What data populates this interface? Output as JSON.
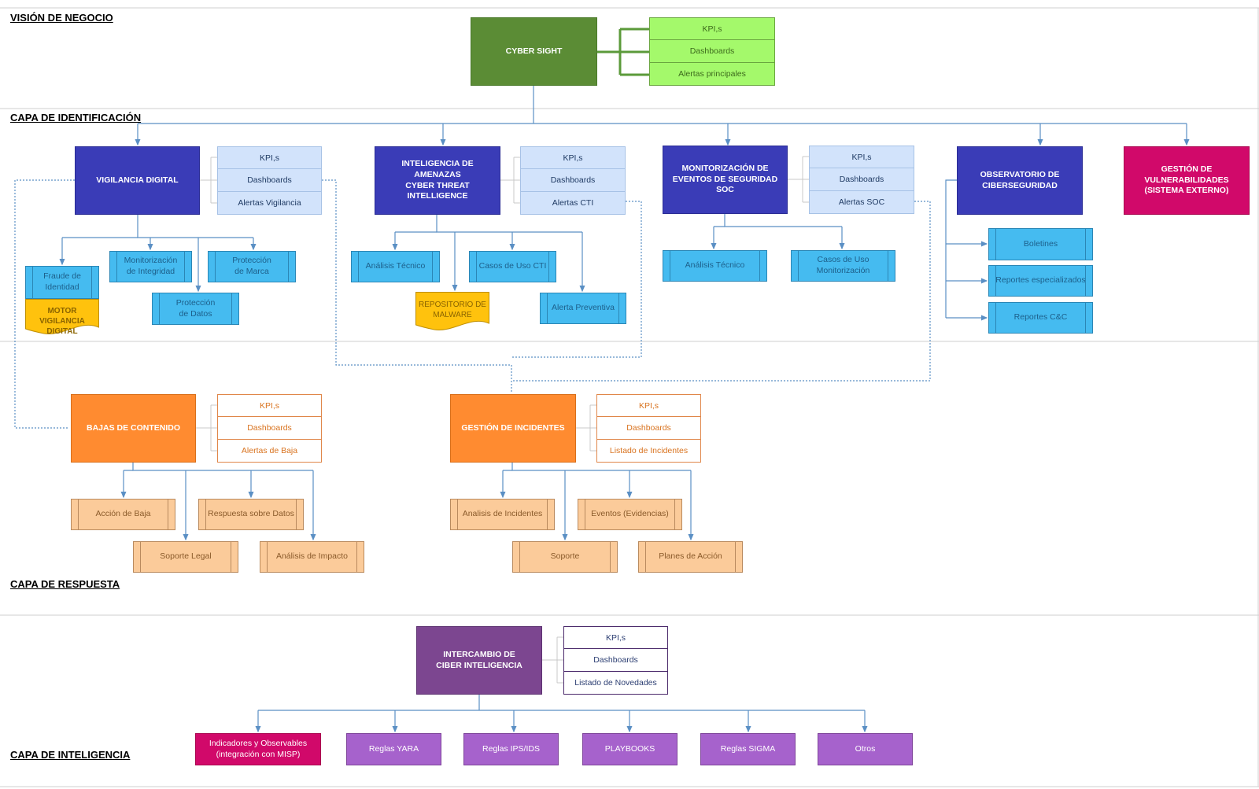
{
  "sections": {
    "business": "VISIÓN DE NEGOCIO",
    "identification": "CAPA DE IDENTIFICACIÓN",
    "response": "CAPA DE RESPUESTA",
    "intelligence": "CAPA DE INTELIGENCIA"
  },
  "colors": {
    "green_dark": "#5b8c35",
    "green_light": "#a4f96b",
    "navy": "#3a3cb7",
    "magenta": "#d1096a",
    "cyan": "#45bbf0",
    "light_blue": "#d2e3fb",
    "orange": "#ff8b30",
    "peach": "#fbcb9a",
    "yellow": "#ffc20d",
    "purple": "#7c4690",
    "violet": "#a662cc",
    "connector": "#5a8fc4"
  },
  "cyber_sight": {
    "title": "CYBER SIGHT",
    "kpis": [
      "KPI,s",
      "Dashboards",
      "Alertas principales"
    ]
  },
  "vigilancia": {
    "title": "VIGILANCIA DIGITAL",
    "kpis": [
      "KPI,s",
      "Dashboards",
      "Alertas Vigilancia"
    ],
    "children": {
      "fraude": [
        "Fraude de",
        "Identidad"
      ],
      "motor": [
        "MOTOR VIGILANCIA",
        "DIGITAL"
      ],
      "monitorizacion": [
        "Monitorización",
        "de Integridad"
      ],
      "proteccion_marca": [
        "Protección",
        "de Marca"
      ],
      "proteccion_datos": [
        "Protección",
        "de Datos"
      ]
    }
  },
  "cti": {
    "title": [
      "INTELIGENCIA DE AMENAZAS",
      "CYBER THREAT INTELLIGENCE"
    ],
    "kpis": [
      "KPI,s",
      "Dashboards",
      "Alertas CTI"
    ],
    "children": {
      "analisis": "Análisis Técnico",
      "casos": "Casos de Uso CTI",
      "repositorio": [
        "REPOSITORIO DE",
        "MALWARE"
      ],
      "alerta": "Alerta Preventiva"
    }
  },
  "soc": {
    "title": [
      "MONITORIZACIÓN DE",
      "EVENTOS DE SEGURIDAD",
      "SOC"
    ],
    "kpis": [
      "KPI,s",
      "Dashboards",
      "Alertas SOC"
    ],
    "children": {
      "analisis": "Análisis Técnico",
      "casos": [
        "Casos de Uso",
        "Monitorización"
      ]
    }
  },
  "observatorio": {
    "title": [
      "OBSERVATORIO DE",
      "CIBERSEGURIDAD"
    ],
    "children": [
      "Boletines",
      "Reportes especializados",
      "Reportes C&C"
    ]
  },
  "vulnerabilidades": {
    "title": [
      "GESTIÓN DE VULNERABILIDADES",
      "(SISTEMA EXTERNO)"
    ]
  },
  "bajas": {
    "title": "BAJAS DE CONTENIDO",
    "kpis": [
      "KPI,s",
      "Dashboards",
      "Alertas de Baja"
    ],
    "children": [
      "Acción de Baja",
      "Respuesta sobre Datos",
      "Soporte Legal",
      "Análisis de Impacto"
    ]
  },
  "incidentes": {
    "title": "GESTIÓN DE INCIDENTES",
    "kpis": [
      "KPI,s",
      "Dashboards",
      "Listado de Incidentes"
    ],
    "children": [
      "Analisis de Incidentes",
      "Eventos (Evidencias)",
      "Soporte",
      "Planes de Acción"
    ]
  },
  "intercambio": {
    "title": [
      "INTERCAMBIO DE",
      "CIBER INTELIGENCIA"
    ],
    "kpis": [
      "KPI,s",
      "Dashboards",
      "Listado de Novedades"
    ],
    "children": {
      "misp": [
        "Indicadores y Observables",
        "(integración con MISP)"
      ],
      "others": [
        "Reglas YARA",
        "Reglas IPS/IDS",
        "PLAYBOOKS",
        "Reglas SIGMA",
        "Otros"
      ]
    }
  }
}
